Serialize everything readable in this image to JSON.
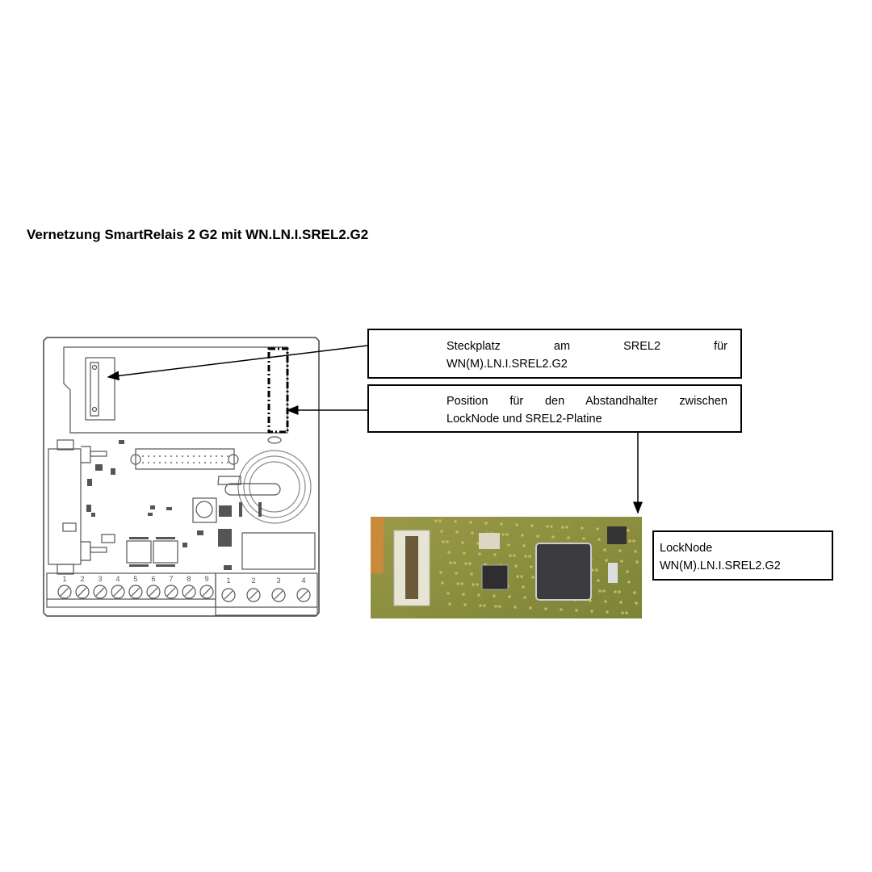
{
  "title": "Vernetzung SmartRelais 2 G2 mit WN.LN.I.SREL2.G2",
  "callouts": {
    "slot": {
      "lines": [
        "Steckplatz am SREL2 für",
        "WN(M).LN.I.SREL2.G2"
      ]
    },
    "spacer": {
      "lines": [
        "Position für den Abstandhalter zwischen",
        "LockNode und SREL2-Platine"
      ]
    },
    "locknode": {
      "lines": [
        "LockNode",
        "WN(M).LN.I.SREL2.G2"
      ]
    }
  },
  "board": {
    "terminals_left": [
      "1",
      "2",
      "3",
      "4",
      "5",
      "6",
      "7",
      "8",
      "9"
    ],
    "terminals_right": [
      "1",
      "2",
      "3",
      "4"
    ]
  },
  "colors": {
    "pcb_green": "#8c8c3c",
    "chip": "#3a3a3a",
    "line": "#000000"
  }
}
